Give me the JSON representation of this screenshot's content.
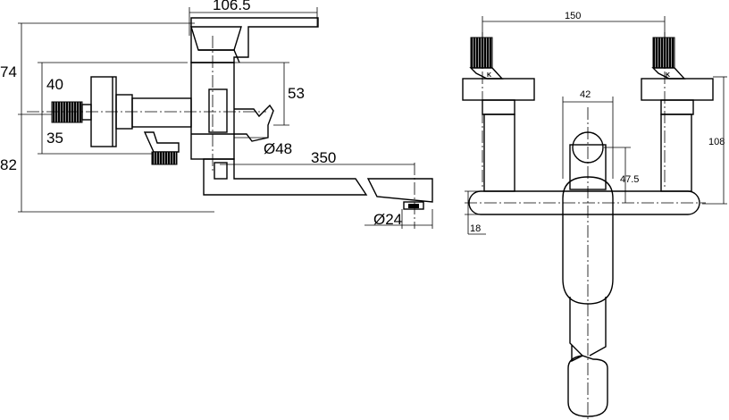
{
  "side_view": {
    "dim_width_top": "106.5",
    "dim_height_upper": "74",
    "dim_height_lower": "82",
    "dim_inlet_upper": "40",
    "dim_inlet_lower": "35",
    "dim_body_height": "53",
    "dim_body_diameter": "Ø48",
    "dim_spout_length": "350",
    "dim_outlet_diameter": "Ø24"
  },
  "front_view": {
    "dim_inlet_spacing": "150",
    "dim_body_width": "42",
    "dim_lever_offset": "47.5",
    "dim_total_height": "108",
    "dim_spout_thickness": "18",
    "marker_left": "K",
    "marker_right": "K"
  }
}
